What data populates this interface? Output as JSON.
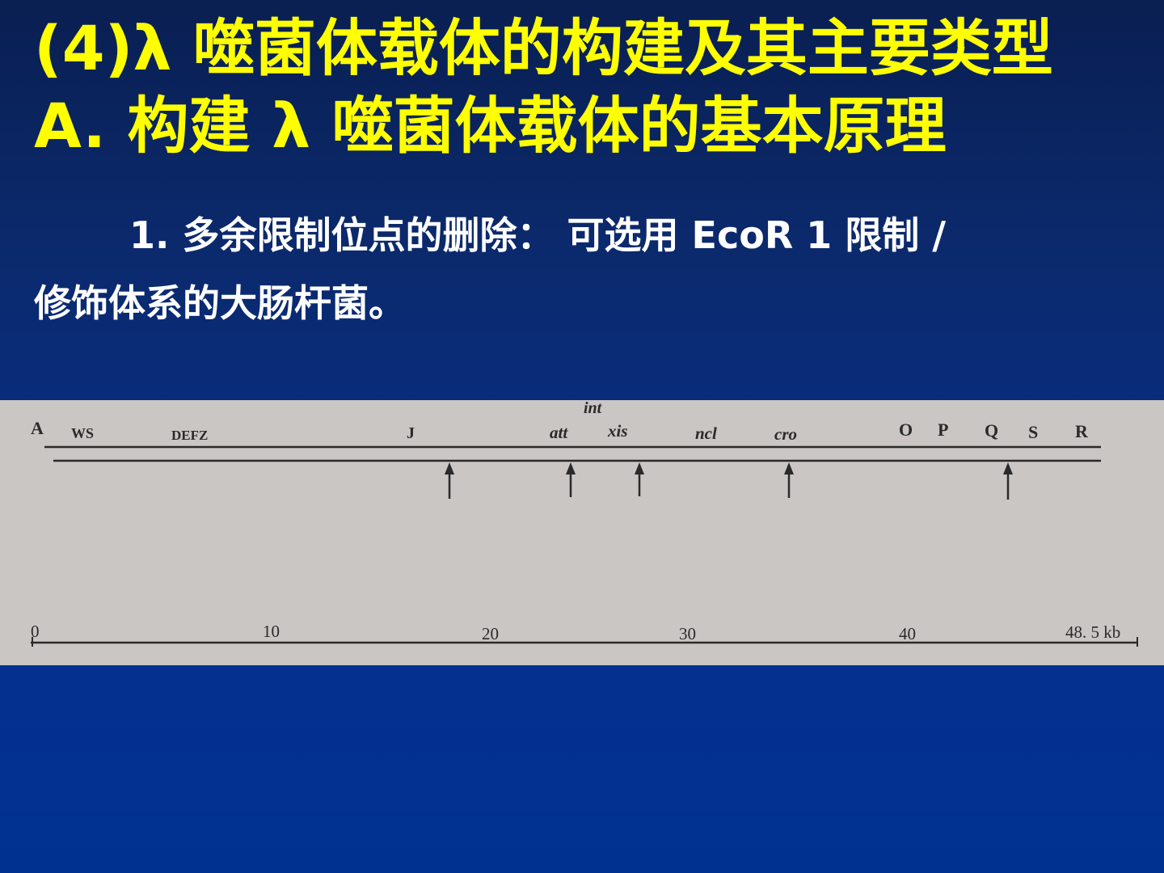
{
  "slide": {
    "title_line1": "(4)λ 噬菌体载体的构建及其主要类型",
    "title_line2": "A.  构建 λ 噬菌体载体的基本原理",
    "body_line1": "1.  多余限制位点的删除：  可选用 EcoR 1 限制 /",
    "body_line2": "修饰体系的大肠杆菌。"
  },
  "colors": {
    "title": "#ffff00",
    "body_text": "#ffffff",
    "background": "#0b2a6e",
    "figure_background": "#c9c6c3",
    "figure_ink": "#2a2a2a"
  },
  "diagram": {
    "gene_labels": [
      "A",
      "WS",
      "DEFZ",
      "J",
      "int",
      "att",
      "xis",
      "ncl",
      "cro",
      "O",
      "P",
      "Q",
      "S",
      "R"
    ],
    "scale_ticks": [
      "0",
      "10",
      "20",
      "30",
      "40",
      "48. 5 kb"
    ],
    "ecori_site_arrows_count": 5
  }
}
